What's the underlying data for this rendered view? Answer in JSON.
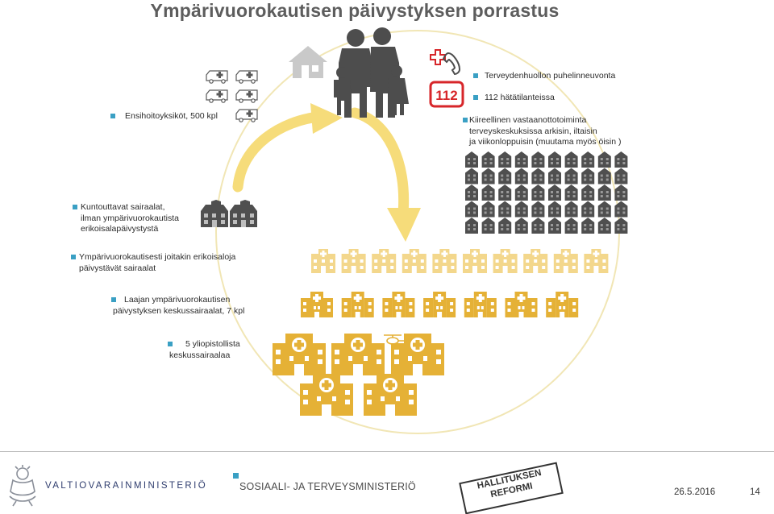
{
  "title": "Ympärivuorokautisen päivystyksen porrastus",
  "labels": {
    "neuvonta": "Terveydenhuollon puhelinneuvonta",
    "hata": "112 hätätilanteissa",
    "kiireellinen": [
      "Kiireellinen vastaanottotoiminta",
      "terveyskeskuksissa arkisin, iltaisin",
      "ja viikonloppuisin (muutama myös öisin )"
    ],
    "ensihoito": "Ensihoitoyksiköt, 500 kpl",
    "kuntouttavat": [
      "Kuntouttavat sairaalat,",
      "ilman ympärivuorokautista",
      "erikoisalapäivystystä"
    ],
    "erikoisalat": [
      "Ympärivuorokautisesti joitakin erikoisaloja",
      "päivystävät sairaalat"
    ],
    "laajan": [
      "Laajan ympärivuorokautisen",
      "päivystyksen keskussairaalat, 7 kpl"
    ],
    "yliopisto": [
      "5 yliopistollista",
      "keskussairaalaa"
    ]
  },
  "emergency_number": "112",
  "icons": [
    "family-icon",
    "house-icon",
    "phone-cross-icon",
    "ambulance-icon",
    "health-center-icon",
    "rehab-hospital-icon",
    "hospital-icon",
    "central-hospital-icon",
    "university-hospital-icon",
    "helicopter-icon",
    "lion-crest-icon"
  ],
  "colors": {
    "gold": "#e5b136",
    "light_gold": "#f3d78c",
    "dark": "#4d4d4d",
    "red": "#d7262a",
    "arrow": "#f6dc7a",
    "circle": "#f1e6b5",
    "accent": "#3aa0c4"
  },
  "footer": {
    "ministry1": "VALTIOVARAINMINISTERIÖ",
    "ministry2": "SOSIAALI- JA TERVEYSMINISTERIÖ",
    "stamp1": "HALLITUKSEN",
    "stamp2": "REFORMI",
    "date": "26.5.2016",
    "page": "14"
  }
}
